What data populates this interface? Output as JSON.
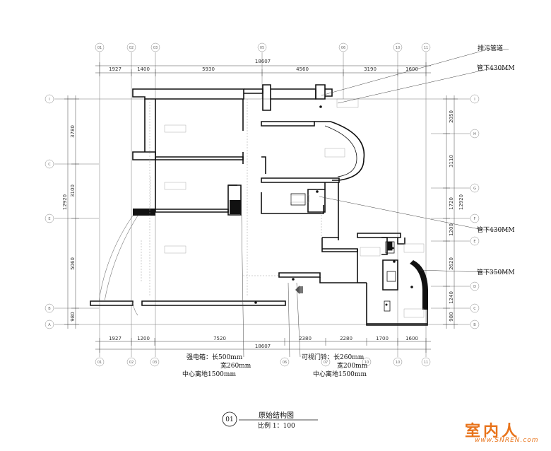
{
  "dims": {
    "top_total": "18607",
    "top_segments": [
      "1927",
      "1400",
      "5930",
      "4560",
      "3190",
      "1600"
    ],
    "bottom_total": "18607",
    "bottom_segments": [
      "1927",
      "1200",
      "7520",
      "2380",
      "2280",
      "1700",
      "1600"
    ],
    "left_total": "12920",
    "left_segments": [
      "3780",
      "3100",
      "5060",
      "980"
    ],
    "right_total": "12920",
    "right_segments": [
      "2050",
      "3110",
      "1720",
      "1200",
      "2620",
      "1240",
      "980"
    ]
  },
  "grid_numbers": [
    "01",
    "02",
    "03",
    "05",
    "06",
    "07",
    "10",
    "11"
  ],
  "grid_letters": [
    "I",
    "H",
    "G",
    "F",
    "E",
    "D",
    "C",
    "B",
    "A"
  ],
  "annotations": {
    "drain_pipe": "排污管道",
    "pipe_430_top": "管下430MM",
    "pipe_430_mid": "管下430MM",
    "pipe_350": "管下350MM"
  },
  "notes": {
    "power_box": {
      "l1": "强电箱：长500mm",
      "l2": "宽260mm",
      "l3": "中心离地1500mm"
    },
    "intercom": {
      "l1": "可视门铃：长260mm",
      "l2": "宽200mm",
      "l3": "中心离地1500mm"
    }
  },
  "title_block": {
    "number": "01",
    "title": "原始结构图",
    "scale": "比例 1：100"
  },
  "watermark": {
    "cn": "室内人",
    "en": "www.SNREN.com"
  }
}
